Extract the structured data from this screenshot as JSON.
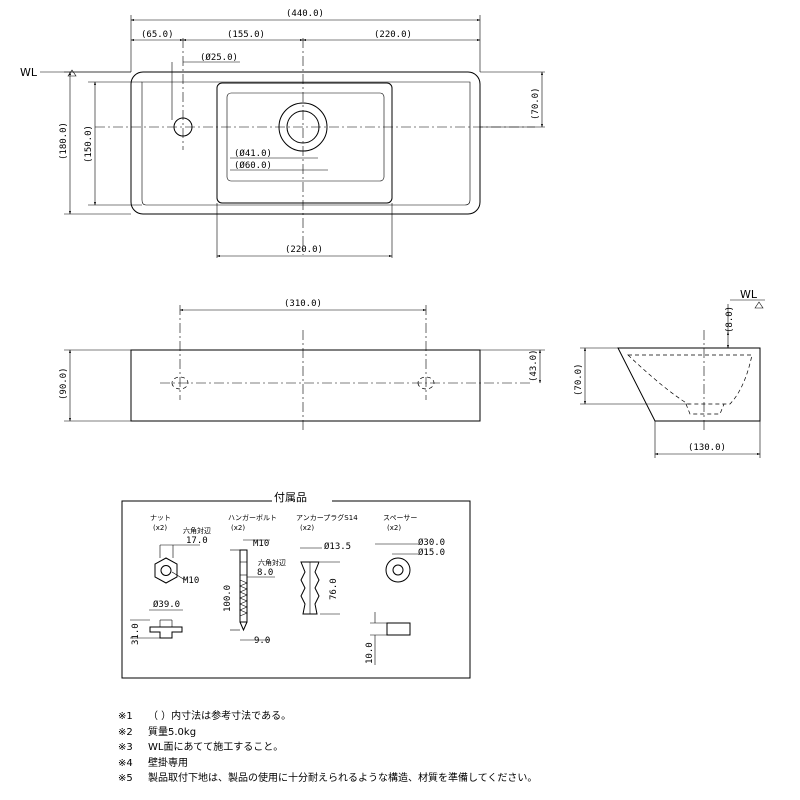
{
  "top_view": {
    "dims": {
      "total_width": "(440.0)",
      "left_offset": "(65.0)",
      "center_offset": "(155.0)",
      "right_half": "(220.0)",
      "faucet_hole": "(Ø25.0)",
      "bowl_width": "(220.0)",
      "depth_total": "(180.0)",
      "depth_inner": "(150.0)",
      "front_to_drain": "(70.0)",
      "drain_inner": "(Ø41.0)",
      "drain_outer": "(Ø60.0)"
    },
    "wl_label": "WL"
  },
  "front_view": {
    "dims": {
      "mount_spacing": "(310.0)",
      "height": "(90.0)",
      "mount_height": "(43.0)"
    }
  },
  "side_view": {
    "dims": {
      "wl_offset": "(8.0)",
      "height": "(70.0)",
      "depth": "(130.0)"
    },
    "wl_label": "WL"
  },
  "accessories": {
    "title": "付属品",
    "nut": {
      "name": "ナット",
      "qty": "(x2)",
      "hex_label": "六角対辺",
      "hex": "17.0",
      "thread": "M10",
      "washer": "Ø39.0",
      "height": "31.0"
    },
    "bolt": {
      "name": "ハンガーボルト",
      "qty": "(x2)",
      "thread": "M10",
      "hex_label": "六角対辺",
      "hex": "8.0",
      "length": "100.0",
      "dia": "9.0"
    },
    "plug": {
      "name": "アンカープラグS14",
      "qty": "(x2)",
      "dia": "Ø13.5",
      "length": "76.0"
    },
    "spacer": {
      "name": "スペーサー",
      "qty": "(x2)",
      "outer": "Ø30.0",
      "inner": "Ø15.0",
      "thickness": "10.0"
    }
  },
  "notes": [
    {
      "mark": "※1",
      "text": "（ ）内寸法は参考寸法である。"
    },
    {
      "mark": "※2",
      "text": "質量5.0kg"
    },
    {
      "mark": "※3",
      "text": "WL面にあてて施工すること。"
    },
    {
      "mark": "※4",
      "text": "壁掛専用"
    },
    {
      "mark": "※5",
      "text": "製品取付下地は、製品の使用に十分耐えられるような構造、材質を準備してください。"
    }
  ]
}
